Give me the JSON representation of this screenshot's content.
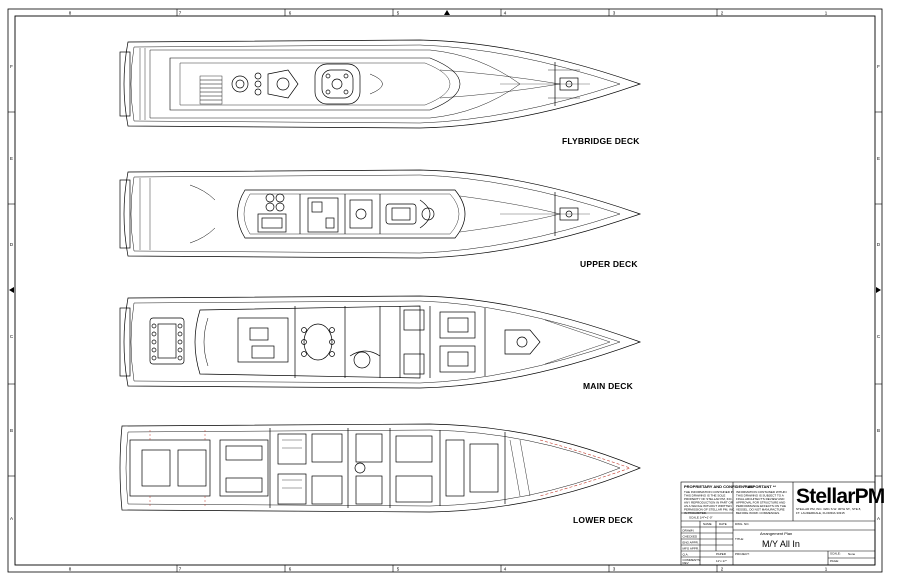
{
  "border": {
    "top_numbers": [
      "8",
      "7",
      "6",
      "5",
      "4",
      "3",
      "2",
      "1"
    ],
    "bottom_numbers": [
      "8",
      "7",
      "6",
      "5",
      "4",
      "3",
      "2",
      "1"
    ],
    "left_letters": [
      "F",
      "E",
      "D",
      "C",
      "B",
      "A"
    ],
    "right_letters": [
      "F",
      "E",
      "D",
      "C",
      "B",
      "A"
    ]
  },
  "decks": [
    {
      "id": "flybridge",
      "label": "FLYBRIDGE DECK"
    },
    {
      "id": "upper",
      "label": "UPPER DECK"
    },
    {
      "id": "main",
      "label": "MAIN DECK"
    },
    {
      "id": "lower",
      "label": "LOWER DECK"
    }
  ],
  "title_block": {
    "proprietary_heading": "PROPRIETARY AND CONFIDENTIAL",
    "proprietary_text": [
      "THE INFORMATION CONTAINED IN",
      "THIS DRAWING IS THE SOLE",
      "PROPERTY OF STELLAR PM, INC.",
      "ANY REPRODUCTION IN PART OR",
      "AS A WHOLE WITHOUT WRITTEN",
      "PERMISSION OF STELLAR PM, INC.",
      "IS PROHIBITED."
    ],
    "important_heading": "** IMPORTANT **",
    "important_text": [
      "INFORMATION CONTAINED WITHIN",
      "THIS DRAWING IS SUBJECT TO A",
      "FINAL ARCHITECT'S REVIEW AND",
      "APPROVAL FOR STRUCTURE AND",
      "PERFORMANCE EFFECTS ON THE",
      "VESSEL. DO NOT MANUFACTURE",
      "BEFORE WORK COMMENCES."
    ],
    "logo": "StellarPM",
    "company_address": [
      "STELLAR PM, INC. 3201 S.W. 30TH ST., STE 8,",
      "FT. LAUDERDALE, FLORIDA 33315"
    ],
    "scale_note": "SCALE 1/4\"=1'-0\"",
    "name_header": "NAME",
    "date_header": "DATE",
    "role_rows": [
      "DRAWN",
      "CHECKED",
      "ENG APPR.",
      "MFG APPR.",
      "Q.A.",
      "COMMENTS:"
    ],
    "dwg_no_label": "DWG. NO.",
    "drawing_title": "Arrangement Plan",
    "title_label": "TITLE:",
    "vessel_name": "M/Y All In",
    "project_label": "PROJECT:",
    "scale_label": "SCALE:",
    "scale_value": "None",
    "paper_label": "PAPER",
    "paper_value": "11\"x 17\"",
    "page_label": "PAGE:",
    "rev_label": "REV"
  }
}
